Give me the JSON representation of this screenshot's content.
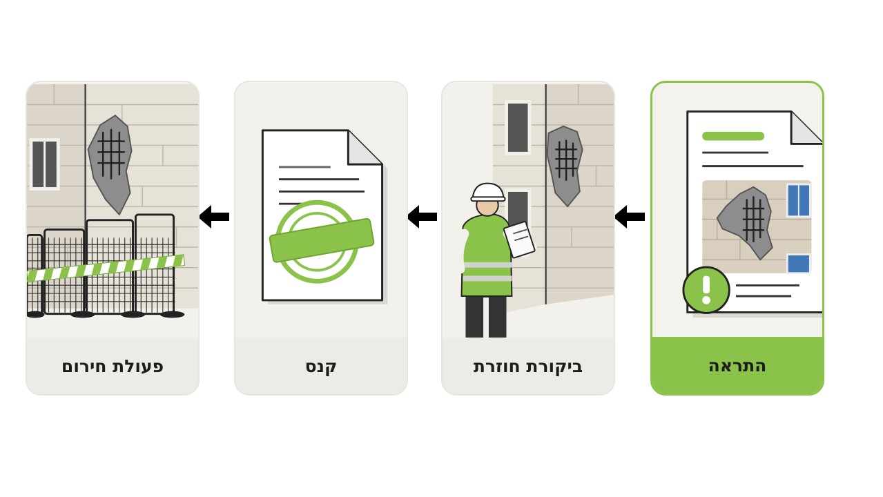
{
  "steps": [
    {
      "label": "התראה",
      "icon": "warning-notice-document-icon",
      "highlighted": true
    },
    {
      "label": "ביקורת חוזרת",
      "icon": "inspector-building-icon",
      "highlighted": false
    },
    {
      "label": "קנס",
      "icon": "fine-stamped-document-icon",
      "highlighted": false
    },
    {
      "label": "פעולת חירום",
      "icon": "emergency-fence-building-icon",
      "highlighted": false
    }
  ],
  "colors": {
    "accent": "#8bc34a",
    "card_bg": "#f2f1ec",
    "label_bg": "#ecebe6",
    "text": "#1c1c1c"
  },
  "flow_direction": "right-to-left"
}
